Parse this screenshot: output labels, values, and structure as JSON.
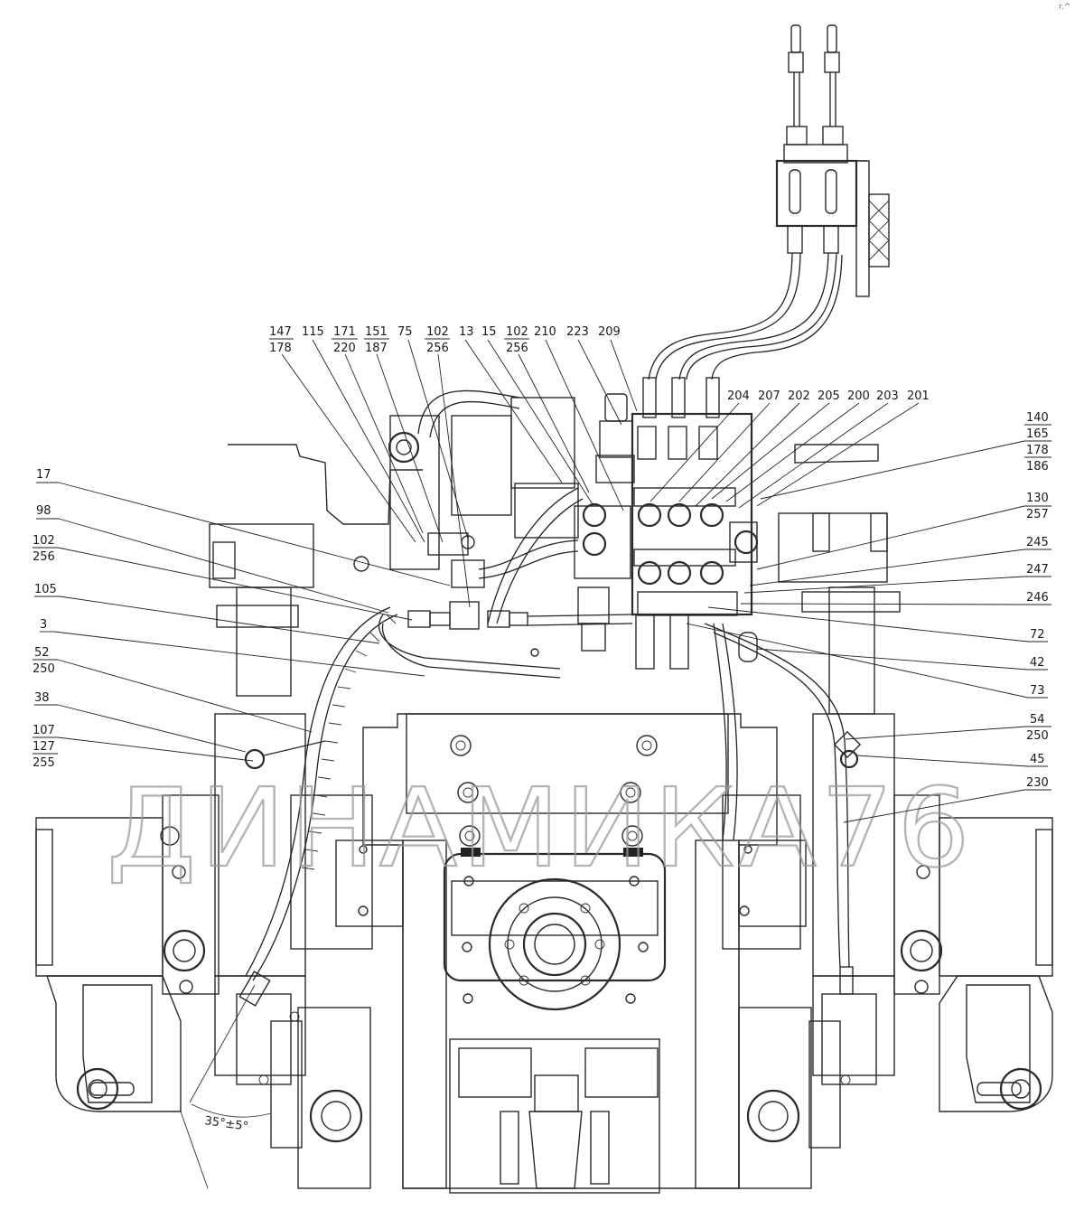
{
  "drawing": {
    "watermark": "ДИНАМИКА76",
    "angle_note": "35°±5°",
    "corner_mark": "r.^"
  },
  "callouts_top": [
    "147",
    "178",
    "115",
    "171",
    "220",
    "151",
    "187",
    "75",
    "102",
    "256",
    "13",
    "15",
    "102",
    "256",
    "210",
    "223",
    "209"
  ],
  "callouts_mid": [
    "204",
    "207",
    "202",
    "205",
    "200",
    "203",
    "201"
  ],
  "callouts_left": [
    "17",
    "98",
    "102",
    "256",
    "105",
    "3",
    "52",
    "250",
    "38",
    "107",
    "127",
    "255"
  ],
  "callouts_right": [
    "140",
    "165",
    "178",
    "186",
    "130",
    "257",
    "245",
    "247",
    "246",
    "72",
    "42",
    "73",
    "54",
    "250",
    "45",
    "230"
  ]
}
